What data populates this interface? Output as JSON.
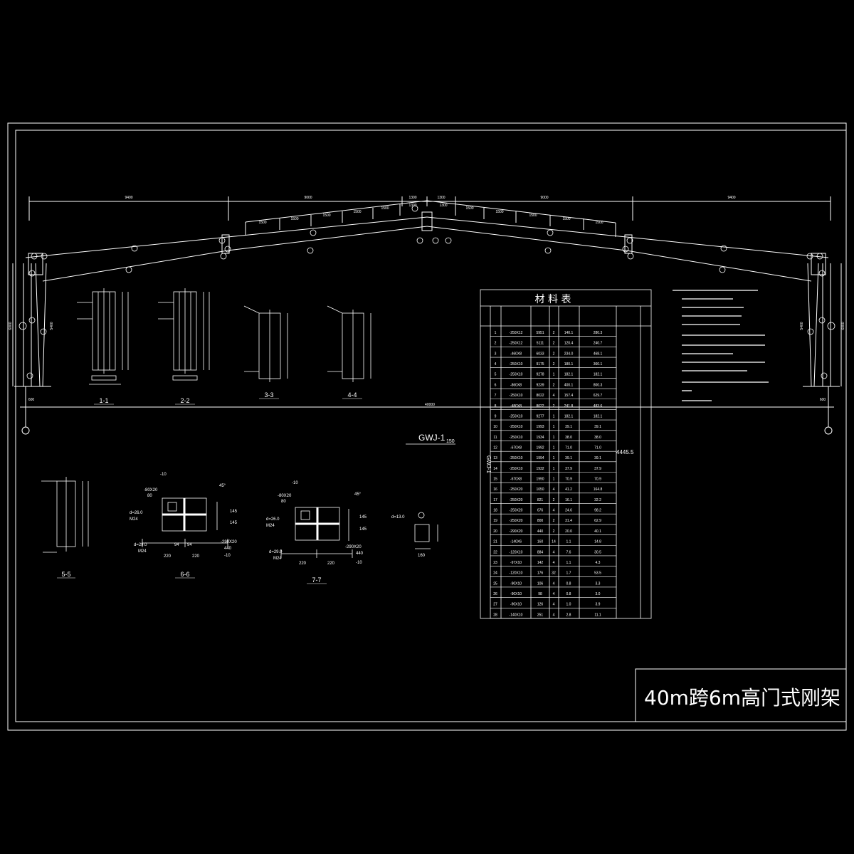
{
  "title_block": {
    "title": "40m跨6m高门式刚架"
  },
  "frame": {
    "label_main": "GWJ-1",
    "label_scale": "150",
    "total_span": "40000",
    "top_dims": [
      "9400",
      "9000",
      "1300",
      "1300",
      "9000",
      "9400"
    ],
    "rafter_dims_left": [
      "1500",
      "1500",
      "1500",
      "1500",
      "1500",
      "1300"
    ],
    "rafter_dims_right": [
      "1300",
      "1500",
      "1500",
      "1500",
      "1500",
      "1500"
    ],
    "column_height": "6000",
    "column_height_inner": "5400",
    "bottom_left_dim": "600",
    "bottom_right_dim": "600"
  },
  "sections": [
    {
      "id": "1-1",
      "name": "section-1-1"
    },
    {
      "id": "2-2",
      "name": "section-2-2"
    },
    {
      "id": "3-3",
      "name": "section-3-3"
    },
    {
      "id": "4-4",
      "name": "section-4-4"
    },
    {
      "id": "5-5",
      "name": "section-5-5"
    },
    {
      "id": "6-6",
      "name": "section-6-6"
    },
    {
      "id": "7-7",
      "name": "section-7-7"
    }
  ],
  "detail_6_6": {
    "plate_top": "-10",
    "stiff": "-80X20",
    "stiff_w": "80",
    "bolt1": "d=26.0",
    "bolt1_m": "M24",
    "bolt2": "d=29.0",
    "bolt2_m": "M24",
    "base": "-290X20",
    "base_w": "440",
    "bottom_plate": "-10",
    "dims_bottom": [
      "220",
      "220"
    ],
    "dims_inner": [
      "94",
      "94"
    ],
    "dims_right": [
      "145",
      "145"
    ],
    "angle": "45°"
  },
  "detail_7_7": {
    "plate_top": "-10",
    "stiff": "-80X20",
    "stiff_w": "80",
    "bolt1": "d=26.0",
    "bolt1_m": "M24",
    "bolt2": "d=29.0",
    "bolt2_m": "M24",
    "base": "-290X20",
    "base_w": "440",
    "bottom_plate": "-10",
    "dims_bottom": [
      "220",
      "220"
    ],
    "dims_right": [
      "145",
      "145"
    ],
    "angle": "45°"
  },
  "detail_small": {
    "bolt": "d=13.0",
    "width": "160"
  },
  "material_table": {
    "title": "材 料 表",
    "side_label": "GWJ-1",
    "total_weight": "4445.5",
    "rows": [
      [
        "1",
        "-250X12",
        "5951",
        "2",
        "140.1",
        "280.3"
      ],
      [
        "2",
        "-250X12",
        "5111",
        "2",
        "120.4",
        "240.7"
      ],
      [
        "3",
        "-460X8",
        "6033",
        "2",
        "234.0",
        "468.1"
      ],
      [
        "4",
        "-250X10",
        "9175",
        "2",
        "180.1",
        "360.1"
      ],
      [
        "5",
        "-250X10",
        "9278",
        "1",
        "182.1",
        "182.1"
      ],
      [
        "6",
        "-860X8",
        "9239",
        "2",
        "400.1",
        "800.3"
      ],
      [
        "7",
        "-250X10",
        "8022",
        "4",
        "157.4",
        "629.7"
      ],
      [
        "8",
        "-480X8",
        "8022",
        "2",
        "241.8",
        "483.6"
      ],
      [
        "9",
        "-250X10",
        "9277",
        "1",
        "182.1",
        "182.1"
      ],
      [
        "10",
        "-250X10",
        "1993",
        "1",
        "39.1",
        "39.1"
      ],
      [
        "11",
        "-250X10",
        "1934",
        "1",
        "38.0",
        "38.0"
      ],
      [
        "12",
        "-670X8",
        "1992",
        "1",
        "71.0",
        "71.0"
      ],
      [
        "13",
        "-250X10",
        "1994",
        "1",
        "39.1",
        "39.1"
      ],
      [
        "14",
        "-250X10",
        "1932",
        "1",
        "37.9",
        "37.9"
      ],
      [
        "15",
        "-670X8",
        "1990",
        "1",
        "70.9",
        "70.9"
      ],
      [
        "16",
        "-250X20",
        "1050",
        "4",
        "41.2",
        "164.8"
      ],
      [
        "17",
        "-250X20",
        "821",
        "2",
        "16.1",
        "32.2"
      ],
      [
        "18",
        "-250X20",
        "676",
        "4",
        "24.6",
        "98.2"
      ],
      [
        "19",
        "-250X20",
        "800",
        "2",
        "31.4",
        "62.9"
      ],
      [
        "20",
        "-290X20",
        "440",
        "2",
        "20.0",
        "40.1"
      ],
      [
        "21",
        "-140X6",
        "160",
        "14",
        "1.1",
        "14.8"
      ],
      [
        "22",
        "-120X10",
        "884",
        "4",
        "7.6",
        "30.5"
      ],
      [
        "23",
        "-97X10",
        "142",
        "4",
        "1.1",
        "4.3"
      ],
      [
        "24",
        "-120X10",
        "176",
        "32",
        "1.7",
        "53.5"
      ],
      [
        "25",
        "-90X10",
        "106",
        "4",
        "0.8",
        "3.3"
      ],
      [
        "26",
        "-90X10",
        "98",
        "4",
        "0.8",
        "3.0"
      ],
      [
        "27",
        "-90X10",
        "126",
        "4",
        "1.0",
        "3.9"
      ],
      [
        "28",
        "-140X10",
        "251",
        "4",
        "2.8",
        "11.1"
      ]
    ]
  }
}
